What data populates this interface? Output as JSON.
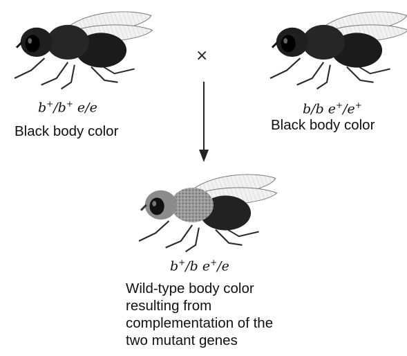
{
  "cross": {
    "symbol": "×"
  },
  "parent_left": {
    "genotype": {
      "a": "b",
      "a_sup": "+",
      "sep1": "/",
      "b": "b",
      "b_sup": "+",
      "gap": " ",
      "c": "e",
      "sep2": "/",
      "d": "e"
    },
    "label": "Black body color"
  },
  "parent_right": {
    "genotype": {
      "a": "b",
      "sep1": "/",
      "b": "b",
      "gap": " ",
      "c": "e",
      "c_sup": "+",
      "sep2": "/",
      "d": "e",
      "d_sup": "+"
    },
    "label": "Black body color"
  },
  "offspring": {
    "genotype": {
      "a": "b",
      "a_sup": "+",
      "sep1": "/",
      "b": "b",
      "gap": " ",
      "c": "e",
      "c_sup": "+",
      "sep2": "/",
      "d": "e"
    },
    "label_lines": [
      "Wild-type body color",
      "resulting from",
      "complementation of the",
      "two mutant genes"
    ]
  },
  "colors": {
    "dark_fly_body": "#1b1b1b",
    "wild_fly_thorax": "#8c8c8c",
    "wing": "#e6e6e6",
    "ink": "#111111"
  }
}
